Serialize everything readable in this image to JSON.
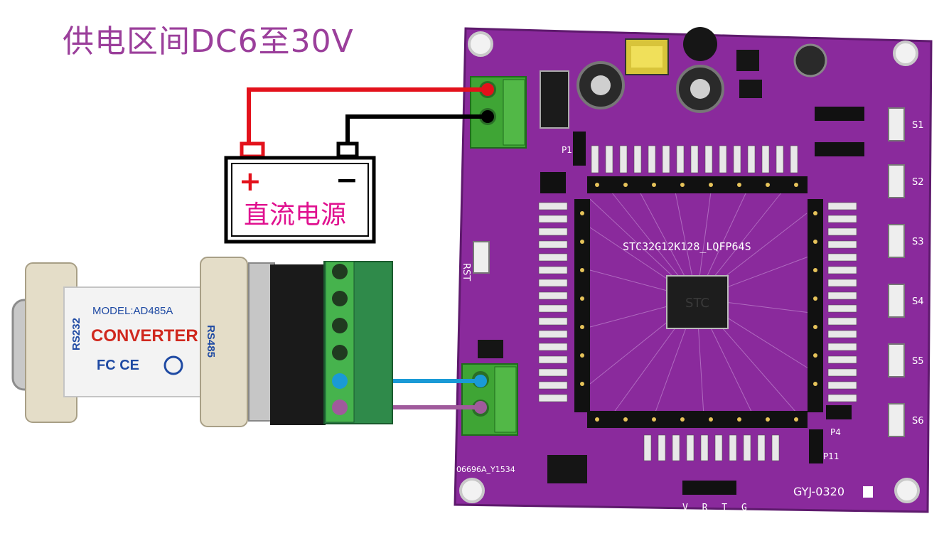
{
  "heading": "供电区间DC6至30V",
  "power_supply": {
    "label": "直流电源",
    "plus": "+",
    "minus": "−"
  },
  "converter": {
    "model": "MODEL:AD485A",
    "name": "CONVERTER",
    "side_left": "RS232",
    "side_right": "RS485",
    "certs": "FC CE"
  },
  "board": {
    "chip_label": "STC32G12K128_LQFP64S",
    "chip_marking": "STC",
    "board_id": "GYJ-0320",
    "serial": "06696A_Y1534",
    "header_labels": "V R T G",
    "switches": [
      "S1",
      "S2",
      "S3",
      "S4",
      "S5",
      "S6"
    ],
    "reset_label": "RST",
    "connector_labels": [
      "P1",
      "P4",
      "P11"
    ]
  },
  "colors": {
    "heading": "#9b3f9b",
    "pcb": "#8a2a9c",
    "terminal": "#3fa535",
    "wire_red": "#e3111b",
    "wire_black": "#000000",
    "wire_blue": "#1a9ad6",
    "wire_purple": "#a05a9c"
  }
}
